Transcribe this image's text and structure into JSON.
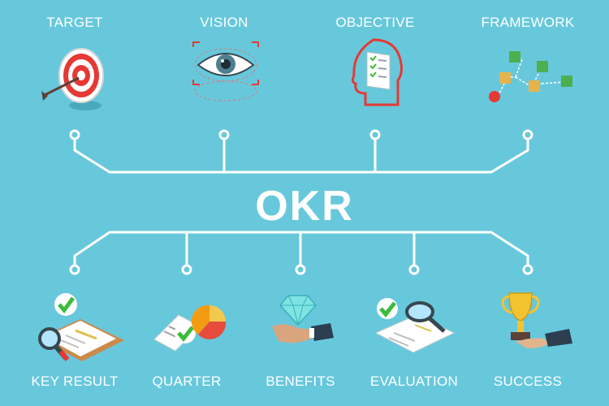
{
  "diagram": {
    "title": "OKR",
    "top_items": [
      {
        "label": "TARGET",
        "icon": "target-icon"
      },
      {
        "label": "VISION",
        "icon": "eye-icon"
      },
      {
        "label": "OBJECTIVE",
        "icon": "head-checklist-icon"
      },
      {
        "label": "FRAMEWORK",
        "icon": "framework-blocks-icon"
      }
    ],
    "bottom_items": [
      {
        "label": "KEY RESULT",
        "icon": "magnifier-document-icon"
      },
      {
        "label": "QUARTER",
        "icon": "calendar-piechart-icon"
      },
      {
        "label": "BENEFITS",
        "icon": "diamond-hand-icon"
      },
      {
        "label": "EVALUATION",
        "icon": "evaluation-document-icon"
      },
      {
        "label": "SUCCESS",
        "icon": "trophy-hand-icon"
      }
    ],
    "colors": {
      "background": "#67c8dc",
      "lines": "#ffffff",
      "check_green": "#3dbb3d",
      "target_red": "#e53935"
    }
  }
}
